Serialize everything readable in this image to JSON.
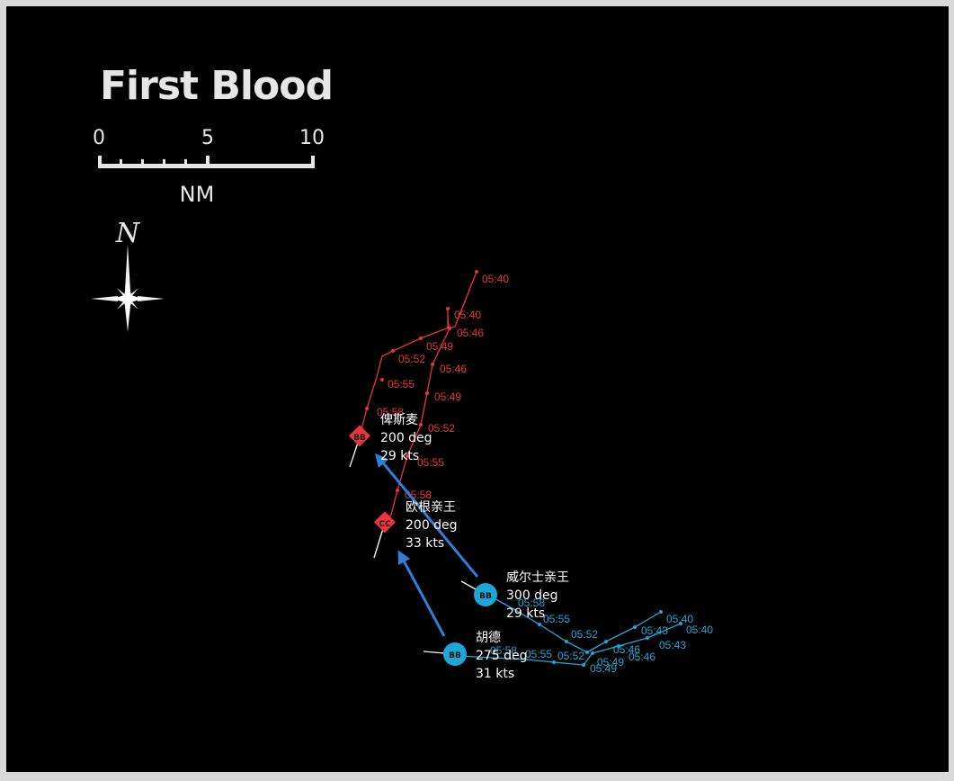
{
  "title": "First Blood",
  "scale": {
    "labels": [
      "0",
      "5",
      "10"
    ],
    "unit": "NM"
  },
  "compass": {
    "north_label": "N"
  },
  "colors": {
    "red": "#e8343c",
    "blue": "#1ea7d6",
    "arrow": "#2f7fd6"
  },
  "ships": [
    {
      "id": "bismarck",
      "side": "red",
      "code": "BB",
      "name": "俾斯麦",
      "heading": "200 deg",
      "speed": "29 kts"
    },
    {
      "id": "prinz-eugen",
      "side": "red",
      "code": "CC",
      "name": "欧根亲王",
      "heading": "200 deg",
      "speed": "33 kts"
    },
    {
      "id": "prince-of-wales",
      "side": "blue",
      "code": "BB",
      "name": "威尔士亲王",
      "heading": "300 deg",
      "speed": "29 kts"
    },
    {
      "id": "hood",
      "side": "blue",
      "code": "BB",
      "name": "胡德",
      "heading": "275 deg",
      "speed": "31 kts"
    }
  ],
  "track_times": {
    "bismarck": [
      "05:40",
      "05:46",
      "05:49",
      "05:52",
      "05:55",
      "05:58"
    ],
    "prinz-eugen": [
      "05:40",
      "05:46",
      "05:49",
      "05:52",
      "05:55",
      "05:58"
    ],
    "prince-of-wales": [
      "05:40",
      "05:43",
      "05:46",
      "05:49",
      "05:52",
      "05:55",
      "05:58"
    ],
    "hood": [
      "05:40",
      "05:43",
      "05:46",
      "05:49",
      "05:52",
      "05:55",
      "05:58"
    ]
  }
}
